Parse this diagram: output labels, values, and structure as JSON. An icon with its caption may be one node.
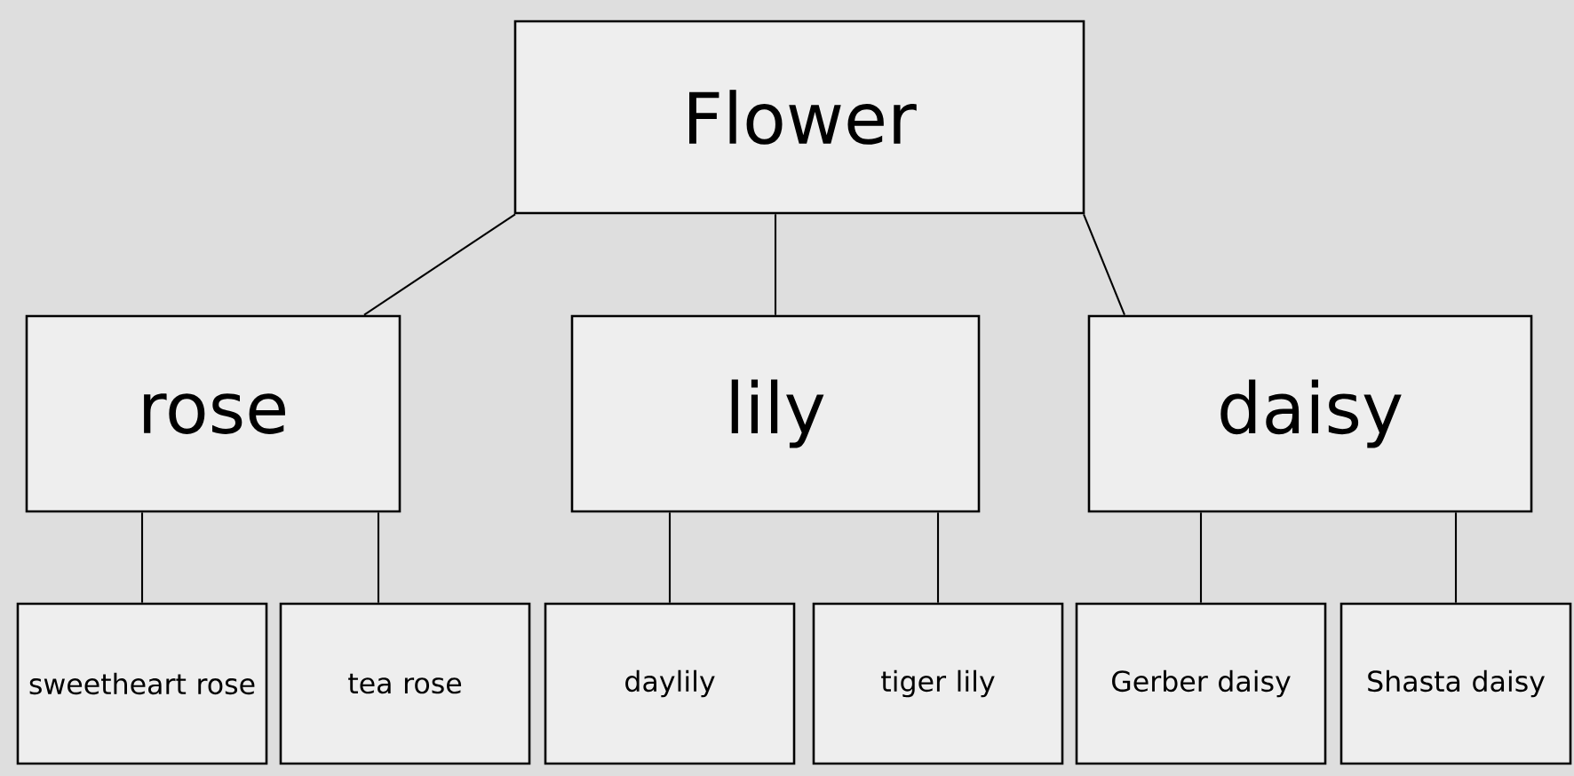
{
  "diagram": {
    "nodes": [
      {
        "text": [
          "Flower"
        ]
      },
      {
        "text": [
          "rose"
        ]
      },
      {
        "text": [
          "lily"
        ]
      },
      {
        "text": [
          "daisy"
        ]
      },
      {
        "text": [
          "sweetheart rose"
        ]
      },
      {
        "text": [
          "tea rose"
        ]
      },
      {
        "text": [
          "daylily"
        ]
      },
      {
        "text": [
          "tiger lily"
        ]
      },
      {
        "text": [
          "Gerber daisy"
        ]
      },
      {
        "text": [
          "Shasta daisy"
        ]
      }
    ],
    "edges": [
      {
        "from": 0,
        "to": 1,
        "arrow": "none"
      },
      {
        "from": 0,
        "to": 2,
        "arrow": "none"
      },
      {
        "from": 0,
        "to": 3,
        "arrow": "none"
      },
      {
        "from": 1,
        "to": 4,
        "arrow": "none"
      },
      {
        "from": 1,
        "to": 5,
        "arrow": "none"
      },
      {
        "from": 2,
        "to": 6,
        "arrow": "none"
      },
      {
        "from": 2,
        "to": 7,
        "arrow": "none"
      },
      {
        "from": 3,
        "to": 8,
        "arrow": "none"
      },
      {
        "from": 3,
        "to": 9,
        "arrow": "none"
      }
    ]
  }
}
